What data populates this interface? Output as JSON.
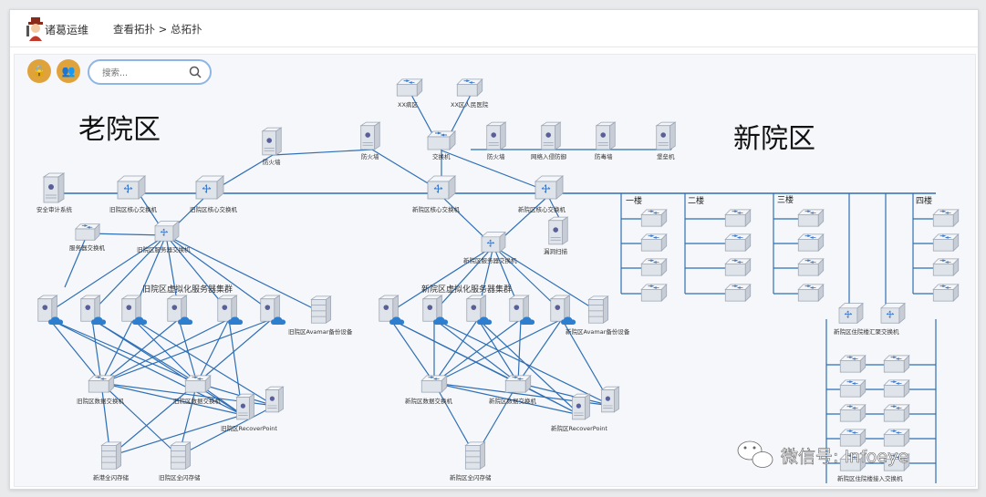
{
  "header": {
    "brand": "诸葛运维",
    "breadcrumb": "查看拓扑 > 总拓扑"
  },
  "toolbar": {
    "lock_label": "🔒",
    "users_label": "👥",
    "search_placeholder": "搜索..."
  },
  "regions": {
    "old": "老院区",
    "new": "新院区"
  },
  "labels": {
    "old_cluster": "旧院区虚拟化服务器集群",
    "new_cluster": "新院区虚拟化服务器集群",
    "floor1": "一楼",
    "floor2": "二楼",
    "floor3": "三楼",
    "floor4": "四楼"
  },
  "nodes": {
    "xx_wing": "XX病区",
    "xx_hospital": "XX区人民医院",
    "switch_top": "交换机",
    "firewall_left": "防火墙",
    "firewall_mid": "防火墙",
    "firewall_r": "防火墙",
    "ids": "网络入侵防御",
    "gatekeeper": "防毒墙",
    "audit_box": "堡垒机",
    "security_audit": "安全审计系统",
    "old_core1": "旧院区核心交换机",
    "old_core2": "旧院区核心交换机",
    "new_core1": "新院区核心交换机",
    "new_core2": "新院区核心交换机",
    "server_switch": "服务器交换机",
    "old_server_switch": "旧院区服务器交换机",
    "new_server_switch": "新院区服务器交换机",
    "vuln_scan": "漏洞扫描",
    "old_avamar": "旧院区Avamar备份设备",
    "new_avamar": "新院区Avamar备份设备",
    "old_data_sw1": "旧院区数据交换机",
    "old_data_sw2": "旧院区数据交换机",
    "old_recover": "旧院区RecoverPoint",
    "new_data_sw1": "新院区数据交换机",
    "new_data_sw2": "新院区数据交换机",
    "new_recover": "新院区RecoverPoint",
    "storage_a": "新港全闪存储",
    "storage_b": "旧院区全闪存储",
    "storage_c": "新院区全闪存储",
    "inpatient_agg": "新院区住院楼汇聚交换机",
    "inpatient_access": "新院区住院楼接入交换机"
  },
  "watermark": "微信号: Infoeye",
  "colors": {
    "link": "#2f6fb5",
    "tool": "#e0a33b",
    "search_border": "#8fb6e2"
  }
}
